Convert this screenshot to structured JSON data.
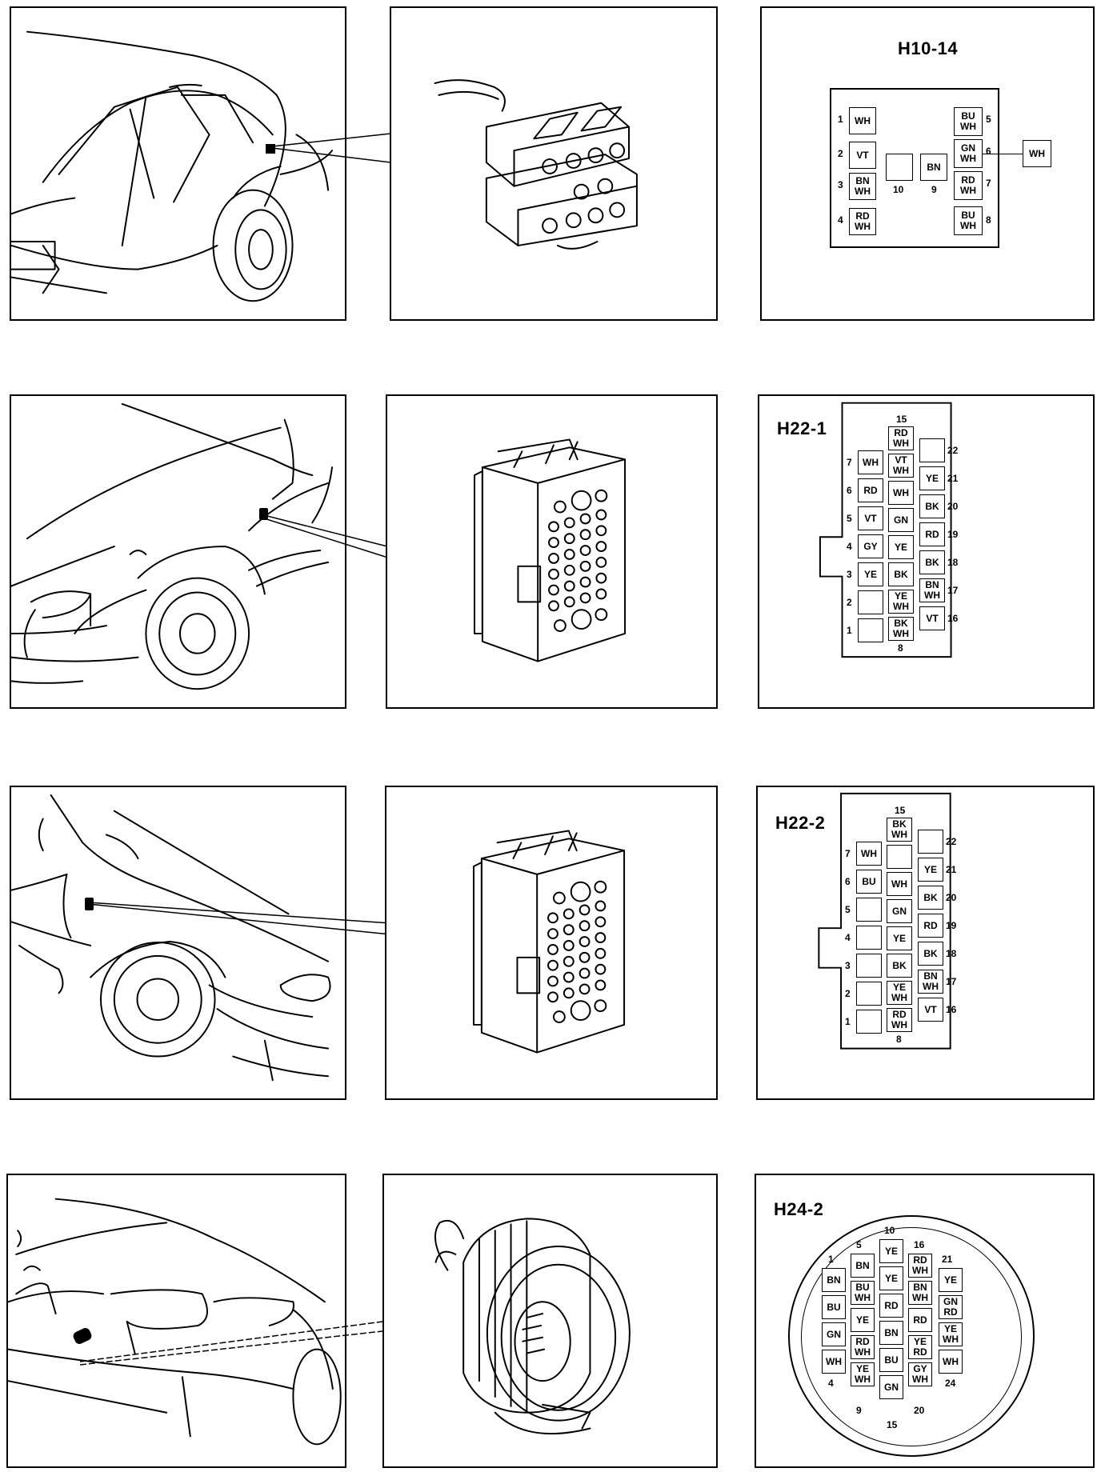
{
  "rows": [
    {
      "title": "H10-14",
      "pins": [
        {
          "n": "1",
          "c": "WH"
        },
        {
          "n": "2",
          "c": "VT"
        },
        {
          "n": "3",
          "c": "BN WH"
        },
        {
          "n": "4",
          "c": "RD WH"
        },
        {
          "n": "5",
          "c": "BU WH"
        },
        {
          "n": "6",
          "c": "GN WH"
        },
        {
          "n": "7",
          "c": "RD WH"
        },
        {
          "n": "8",
          "c": "BU WH"
        },
        {
          "n": "9",
          "c": "BN"
        },
        {
          "n": "10",
          "c": ""
        }
      ],
      "external": "WH"
    },
    {
      "title": "H22-1",
      "pins": [
        {
          "n": "1",
          "c": ""
        },
        {
          "n": "2",
          "c": ""
        },
        {
          "n": "3",
          "c": "YE"
        },
        {
          "n": "4",
          "c": "GY"
        },
        {
          "n": "5",
          "c": "VT"
        },
        {
          "n": "6",
          "c": "RD"
        },
        {
          "n": "7",
          "c": "WH"
        },
        {
          "n": "8",
          "c": "BK WH"
        },
        {
          "n": "9",
          "c": "YE WH"
        },
        {
          "n": "10",
          "c": "BK"
        },
        {
          "n": "11",
          "c": "YE"
        },
        {
          "n": "12",
          "c": "GN"
        },
        {
          "n": "13",
          "c": "WH"
        },
        {
          "n": "14",
          "c": "VT WH"
        },
        {
          "n": "15",
          "c": "RD WH"
        },
        {
          "n": "16",
          "c": "VT"
        },
        {
          "n": "17",
          "c": "BN WH"
        },
        {
          "n": "18",
          "c": "BK"
        },
        {
          "n": "19",
          "c": "RD"
        },
        {
          "n": "20",
          "c": "BK"
        },
        {
          "n": "21",
          "c": "YE"
        },
        {
          "n": "22",
          "c": ""
        }
      ]
    },
    {
      "title": "H22-2",
      "pins": [
        {
          "n": "1",
          "c": ""
        },
        {
          "n": "2",
          "c": ""
        },
        {
          "n": "3",
          "c": ""
        },
        {
          "n": "4",
          "c": ""
        },
        {
          "n": "5",
          "c": ""
        },
        {
          "n": "6",
          "c": "BU"
        },
        {
          "n": "7",
          "c": "WH"
        },
        {
          "n": "8",
          "c": "RD WH"
        },
        {
          "n": "9",
          "c": "YE WH"
        },
        {
          "n": "10",
          "c": "BK"
        },
        {
          "n": "11",
          "c": "YE"
        },
        {
          "n": "12",
          "c": "GN"
        },
        {
          "n": "13",
          "c": "WH"
        },
        {
          "n": "14",
          "c": ""
        },
        {
          "n": "15",
          "c": "BK WH"
        },
        {
          "n": "16",
          "c": "VT"
        },
        {
          "n": "17",
          "c": "BN WH"
        },
        {
          "n": "18",
          "c": "BK"
        },
        {
          "n": "19",
          "c": "RD"
        },
        {
          "n": "20",
          "c": "BK"
        },
        {
          "n": "21",
          "c": "YE"
        },
        {
          "n": "22",
          "c": ""
        }
      ]
    },
    {
      "title": "H24-2",
      "pin_numbers": [
        "1",
        "4",
        "5",
        "9",
        "10",
        "15",
        "16",
        "20",
        "21",
        "24"
      ],
      "columns": [
        [
          "BN",
          "BU",
          "GN",
          "WH"
        ],
        [
          "BN",
          "BU WH",
          "YE",
          "RD WH",
          "YE WH"
        ],
        [
          "YE",
          "YE",
          "RD",
          "BN",
          "BU",
          "GN"
        ],
        [
          "RD WH",
          "BN WH",
          "RD",
          "YE RD",
          "GY WH"
        ],
        [
          "YE",
          "GN RD",
          "YE WH",
          "WH"
        ]
      ]
    }
  ]
}
